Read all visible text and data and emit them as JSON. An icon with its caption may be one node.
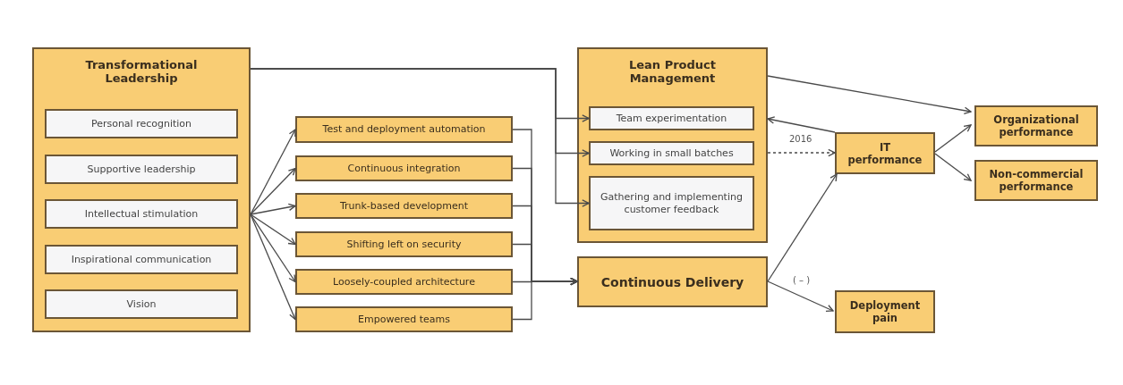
{
  "diagram": {
    "nodes": [
      {
        "text": [
          "Transformational Leadership"
        ]
      },
      {
        "text": [
          "Personal recognition"
        ],
        "in": 0
      },
      {
        "text": [
          "Supportive leadership"
        ],
        "in": 0
      },
      {
        "text": [
          "Intellectual stimulation"
        ],
        "in": 0
      },
      {
        "text": [
          "Inspirational communication"
        ],
        "in": 0
      },
      {
        "text": [
          "Vision"
        ],
        "in": 0
      },
      {
        "text": [
          "Test and deployment automation"
        ]
      },
      {
        "text": [
          "Continuous integration"
        ]
      },
      {
        "text": [
          "Trunk-based development"
        ]
      },
      {
        "text": [
          "Shifting left on security"
        ]
      },
      {
        "text": [
          "Loosely-coupled architecture"
        ]
      },
      {
        "text": [
          "Empowered teams"
        ]
      },
      {
        "text": [
          "Lean Product Management"
        ]
      },
      {
        "text": [
          "Team experimentation"
        ],
        "in": 12
      },
      {
        "text": [
          "Working in small batches"
        ],
        "in": 12
      },
      {
        "text": [
          "Gathering and implementing customer feedback"
        ],
        "in": 12
      },
      {
        "text": [
          "Continuous Delivery"
        ]
      },
      {
        "text": [
          "IT performance"
        ]
      },
      {
        "text": [
          "Organizational performance"
        ]
      },
      {
        "text": [
          "Non-commercial performance"
        ]
      },
      {
        "text": [
          "Deployment pain"
        ]
      }
    ],
    "edges": [
      {
        "from": 0,
        "to": 6,
        "arrow": "to"
      },
      {
        "from": 0,
        "to": 7,
        "arrow": "to"
      },
      {
        "from": 0,
        "to": 8,
        "arrow": "to"
      },
      {
        "from": 0,
        "to": 9,
        "arrow": "to"
      },
      {
        "from": 0,
        "to": 10,
        "arrow": "to"
      },
      {
        "from": 0,
        "to": 11,
        "arrow": "to"
      },
      {
        "from": 0,
        "to": 13,
        "arrow": "to"
      },
      {
        "from": 0,
        "to": 14,
        "arrow": "to"
      },
      {
        "from": 0,
        "to": 15,
        "arrow": "to"
      },
      {
        "from": 6,
        "to": 16,
        "arrow": "to"
      },
      {
        "from": 7,
        "to": 16,
        "arrow": "to"
      },
      {
        "from": 8,
        "to": 16,
        "arrow": "to"
      },
      {
        "from": 9,
        "to": 16,
        "arrow": "to"
      },
      {
        "from": 10,
        "to": 16,
        "arrow": "to"
      },
      {
        "from": 11,
        "to": 16,
        "arrow": "to"
      },
      {
        "from": 12,
        "to": 18,
        "arrow": "to"
      },
      {
        "from": 17,
        "to": 12,
        "arrow": "to"
      },
      {
        "from": 12,
        "to": 17,
        "arrow": "to",
        "label": "2016",
        "style": "dashed"
      },
      {
        "from": 17,
        "to": 18,
        "arrow": "to"
      },
      {
        "from": 17,
        "to": 19,
        "arrow": "to"
      },
      {
        "from": 16,
        "to": 17,
        "arrow": "to"
      },
      {
        "from": 16,
        "to": 20,
        "arrow": "to",
        "label": "( – )"
      }
    ]
  }
}
